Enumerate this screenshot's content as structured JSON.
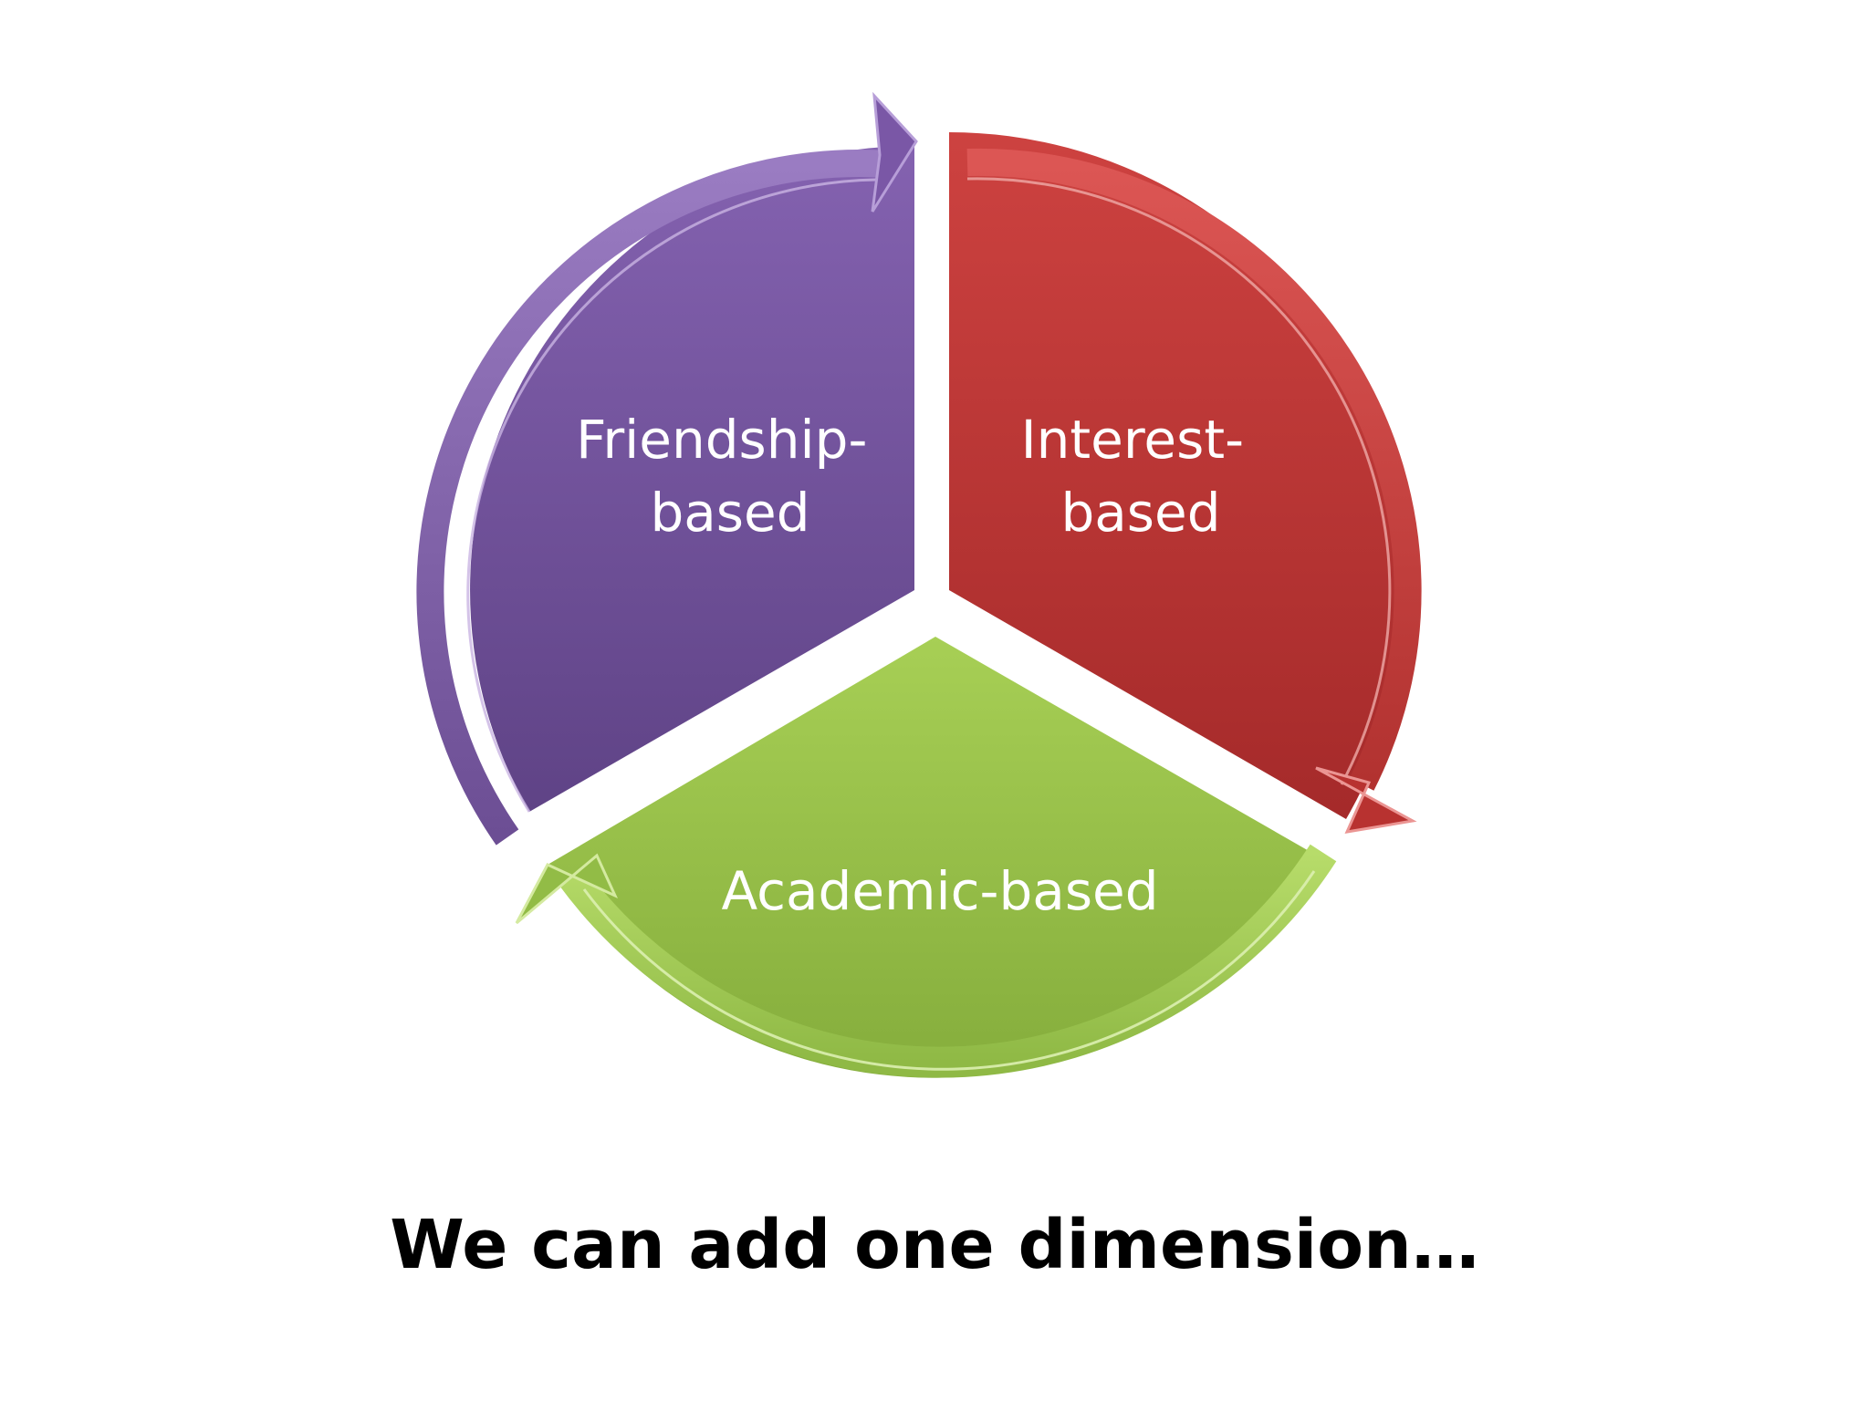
{
  "diagram": {
    "type": "cycle",
    "segments": [
      {
        "label_lines": [
          "Friendship-",
          "based"
        ],
        "color": "#7a57a6"
      },
      {
        "label_lines": [
          "Interest-",
          "based"
        ],
        "color": "#c13a38"
      },
      {
        "label_lines": [
          "Academic-based"
        ],
        "color": "#98c04a"
      }
    ]
  },
  "caption": "We can add one dimension…",
  "colors": {
    "friendship": "#7a57a6",
    "interest": "#c13a38",
    "academic": "#98c04a",
    "background": "#ffffff",
    "text": "#000000",
    "label_text": "#ffffff"
  }
}
